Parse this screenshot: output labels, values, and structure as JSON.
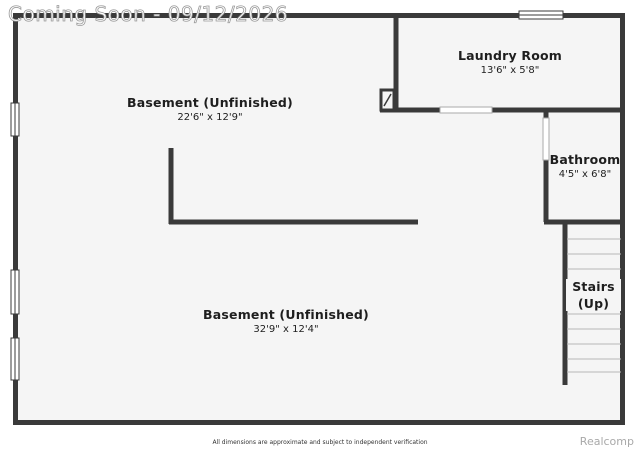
{
  "watermark": "Coming Soon - 09/12/2026",
  "rooms": {
    "basement_upper": {
      "name": "Basement (Unfinished)",
      "dims": "22'6\" x 12'9\""
    },
    "laundry": {
      "name": "Laundry Room",
      "dims": "13'6\" x 5'8\""
    },
    "bathroom": {
      "name": "Bathroom",
      "dims": "4'5\" x 6'8\""
    },
    "stairs": {
      "name_line1": "Stairs",
      "name_line2": "(Up)"
    },
    "basement_lower": {
      "name": "Basement (Unfinished)",
      "dims": "32'9\" x 12'4\""
    }
  },
  "footer": {
    "disclaimer": "All dimensions are approximate and subject to independent verification"
  },
  "brand": {
    "logo": "Realcomp"
  },
  "colors": {
    "wall": "#3a3a3a",
    "floor": "#f5f5f5"
  }
}
